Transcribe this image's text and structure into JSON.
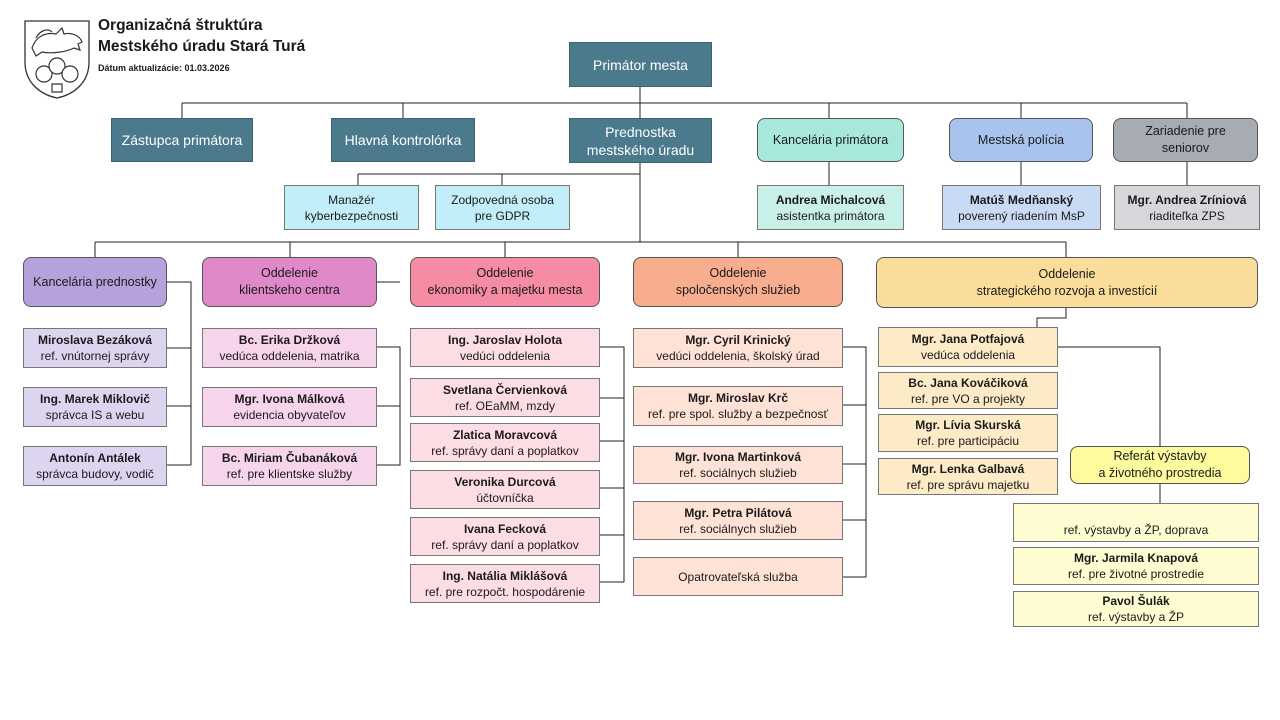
{
  "header": {
    "title_line1": "Organizačná štruktúra",
    "title_line2": "Mestského úradu Stará Turá",
    "date": "Dátum aktualizácie: 01.03.2026"
  },
  "top": {
    "primator": "Primátor mesta",
    "zastupca": "Zástupca primátora",
    "kontrolorka": "Hlavná kontrolórka",
    "prednostka_l1": "Prednostka",
    "prednostka_l2": "mestského úradu",
    "kancelaria_primatora": "Kancelária primátora",
    "policia": "Mestská polícia",
    "seniori_l1": "Zariadenie  pre",
    "seniori_l2": "seniorov"
  },
  "staff": {
    "kyber_l1": "Manažér",
    "kyber_l2": "kyberbezpečnosti",
    "gdpr_l1": "Zodpovedná  osoba",
    "gdpr_l2": "pre  GDPR",
    "michalcova_name": "Andrea Michalcová",
    "michalcova_role": "asistentka primátora",
    "mednansky_name": "Matúš  Medňanský",
    "mednansky_role": "poverený  riadením MsP",
    "zriniova_name": "Mgr. Andrea Zríniová",
    "zriniova_role": "riaditeľka ZPS"
  },
  "departments": {
    "kp": "Kancelária prednostky",
    "kc_l1": "Oddelenie",
    "kc_l2": "klientskeho centra",
    "ek_l1": "Oddelenie",
    "ek_l2": "ekonomiky a majetku mesta",
    "ss_l1": "Oddelenie",
    "ss_l2": "spoločenských služieb",
    "sr_l1": "Oddelenie",
    "sr_l2": "strategického rozvoja  a investícií",
    "ref_l1": "Referát  výstavby",
    "ref_l2": "a životného prostredia"
  },
  "kp_people": [
    {
      "name": "Miroslava Bezáková",
      "role": "ref.  vnútornej  správy"
    },
    {
      "name": "Ing. Marek Miklovič",
      "role": "správca IS a webu"
    },
    {
      "name": "Antonín  Antálek",
      "role": "správca budovy,  vodič"
    }
  ],
  "kc_people": [
    {
      "name": "Bc. Erika Držková",
      "role": "vedúca oddelenia,  matrika"
    },
    {
      "name": "Mgr. Ivona Málková",
      "role": "evidencia  obyvateľov"
    },
    {
      "name": "Bc. Miriam Čubanáková",
      "role": "ref.  pre klientske služby"
    }
  ],
  "ek_people": [
    {
      "name": "Ing. Jaroslav  Holota",
      "role": "vedúci  oddelenia"
    },
    {
      "name": "Svetlana Červienková",
      "role": "ref.  OEaMM,  mzdy"
    },
    {
      "name": "Zlatica Moravcová",
      "role": "ref.  správy  daní  a poplatkov"
    },
    {
      "name": "Veronika Durcová",
      "role": "účtovníčka"
    },
    {
      "name": "Ivana Fecková",
      "role": "ref.  správy  daní  a poplatkov"
    },
    {
      "name": "Ing. Natália Miklášová",
      "role": "ref.  pre rozpočt.  hospodárenie"
    }
  ],
  "ss_people": [
    {
      "name": "Mgr. Cyril Krinický",
      "role": "vedúci  oddelenia,  školský úrad"
    },
    {
      "name": "Mgr. Miroslav Krč",
      "role": "ref.  pre  spol. služby a bezpečnosť"
    },
    {
      "name": "Mgr. Ivona Martinková",
      "role": "ref.  sociálnych služieb"
    },
    {
      "name": "Mgr. Petra Pilátová",
      "role": "ref.  sociálnych služieb"
    }
  ],
  "ss_extra": "Opatrovateľská  služba",
  "sr_people": [
    {
      "name": "Mgr. Jana Potfajová",
      "role": "vedúca oddelenia"
    },
    {
      "name": "Bc. Jana Kováčiková",
      "role": "ref.  pre VO a projekty"
    },
    {
      "name": "Mgr. Lívia Skurská",
      "role": "ref.  pre participáciu"
    },
    {
      "name": "Mgr. Lenka Galbavá",
      "role": "ref.  pre správu  majetku"
    }
  ],
  "ref_people": [
    {
      "name": "",
      "role": "ref.  výstavby  a ŽP,  doprava"
    },
    {
      "name": "Mgr. Jarmila Knapová",
      "role": "ref.  pre životné prostredie"
    },
    {
      "name": "Pavol Šulák",
      "role": "ref.  výstavby  a ŽP"
    }
  ],
  "colors": {
    "dark_teal": "#4a7a8c",
    "mint": "#a8e8dc",
    "blue": "#a9c4ec",
    "gray": "#a7abb2",
    "purple": "#b6a1dc",
    "pink": "#e089c8",
    "red": "#f58ca4",
    "orange": "#f8ad8f",
    "yellow": "#fbdd9b",
    "lemon": "#fdfb9e"
  }
}
